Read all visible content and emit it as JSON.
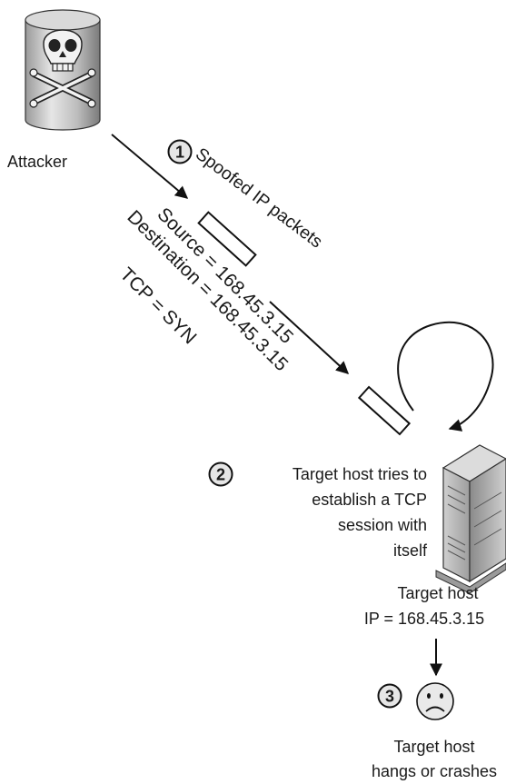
{
  "attacker": {
    "label": "Attacker"
  },
  "steps": [
    {
      "number": "1",
      "text": "Spoofed IP packets"
    },
    {
      "number": "2",
      "lines": [
        "Target host tries to",
        "establish a TCP",
        "session with",
        "itself"
      ]
    },
    {
      "number": "3"
    }
  ],
  "packet": {
    "lines": [
      "Source = 168.45.3.15",
      "Destination = 168.45.3.15",
      "TCP = SYN"
    ]
  },
  "target": {
    "name": "Target host",
    "ip": "IP = 168.45.3.15"
  },
  "outcome": {
    "lines": [
      "Target host",
      "hangs or crashes"
    ]
  }
}
